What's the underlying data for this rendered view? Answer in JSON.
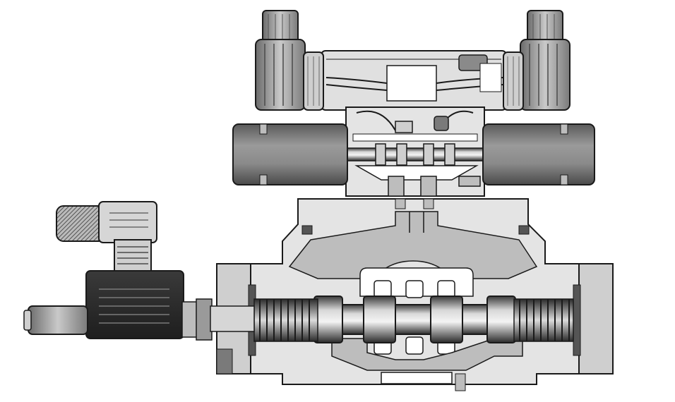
{
  "figure": {
    "components": {
      "pilot_solenoid_plug_left": "connector-plug",
      "pilot_solenoid_plug_right": "connector-plug",
      "pilot_solenoid_left": "solenoid-coil",
      "pilot_solenoid_right": "solenoid-coil",
      "pilot_valve_body": "pilot-valve",
      "pilot_spool": "spool",
      "main_valve_body": "main-valve",
      "main_spool": "spool",
      "centering_springs": "spring",
      "position_sensor": "inductive-sensor",
      "sensor_connector": "angle-connector"
    },
    "colors": {
      "outline": "#1a1a1a",
      "light_fill": "#e4e4e4",
      "mid_fill": "#bdbdbd",
      "dark_fill": "#555555",
      "coil_fill": "#7a7a7a",
      "background": "#ffffff"
    }
  }
}
